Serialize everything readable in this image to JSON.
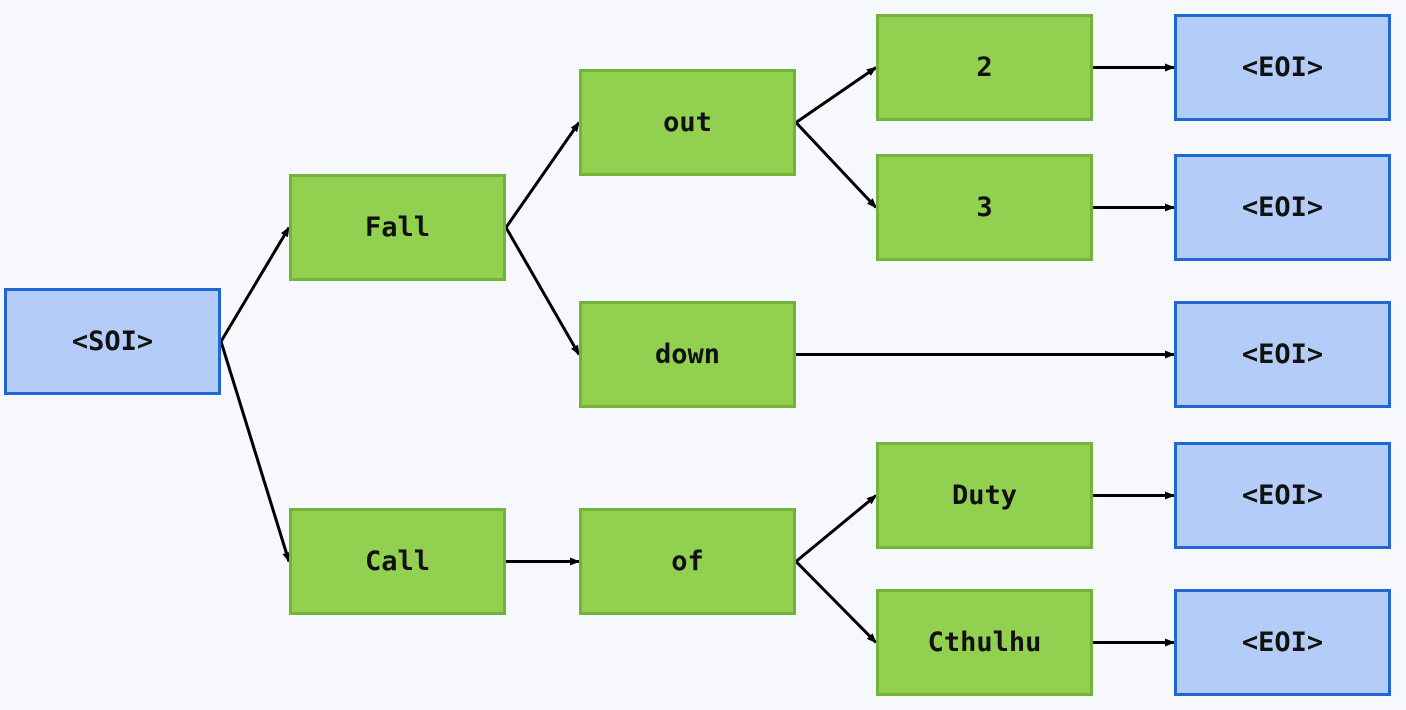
{
  "nodes": {
    "soi": "<SOI>",
    "fall": "Fall",
    "call": "Call",
    "out": "out",
    "down": "down",
    "of": "of",
    "two": "2",
    "three": "3",
    "duty": "Duty",
    "cthulhu": "Cthulhu",
    "eoi_1": "<EOI>",
    "eoi_2": "<EOI>",
    "eoi_3": "<EOI>",
    "eoi_4": "<EOI>",
    "eoi_5": "<EOI>"
  },
  "edges": [
    [
      "soi",
      "fall"
    ],
    [
      "soi",
      "call"
    ],
    [
      "fall",
      "out"
    ],
    [
      "fall",
      "down"
    ],
    [
      "out",
      "two"
    ],
    [
      "out",
      "three"
    ],
    [
      "two",
      "eoi_1"
    ],
    [
      "three",
      "eoi_2"
    ],
    [
      "down",
      "eoi_3"
    ],
    [
      "call",
      "of"
    ],
    [
      "of",
      "duty"
    ],
    [
      "of",
      "cthulhu"
    ],
    [
      "duty",
      "eoi_4"
    ],
    [
      "cthulhu",
      "eoi_5"
    ]
  ],
  "colors": {
    "token_fill": "#92d050",
    "token_border": "#72b33c",
    "marker_fill": "#b4cdf8",
    "marker_border": "#1f67d2",
    "edge": "#000000"
  }
}
